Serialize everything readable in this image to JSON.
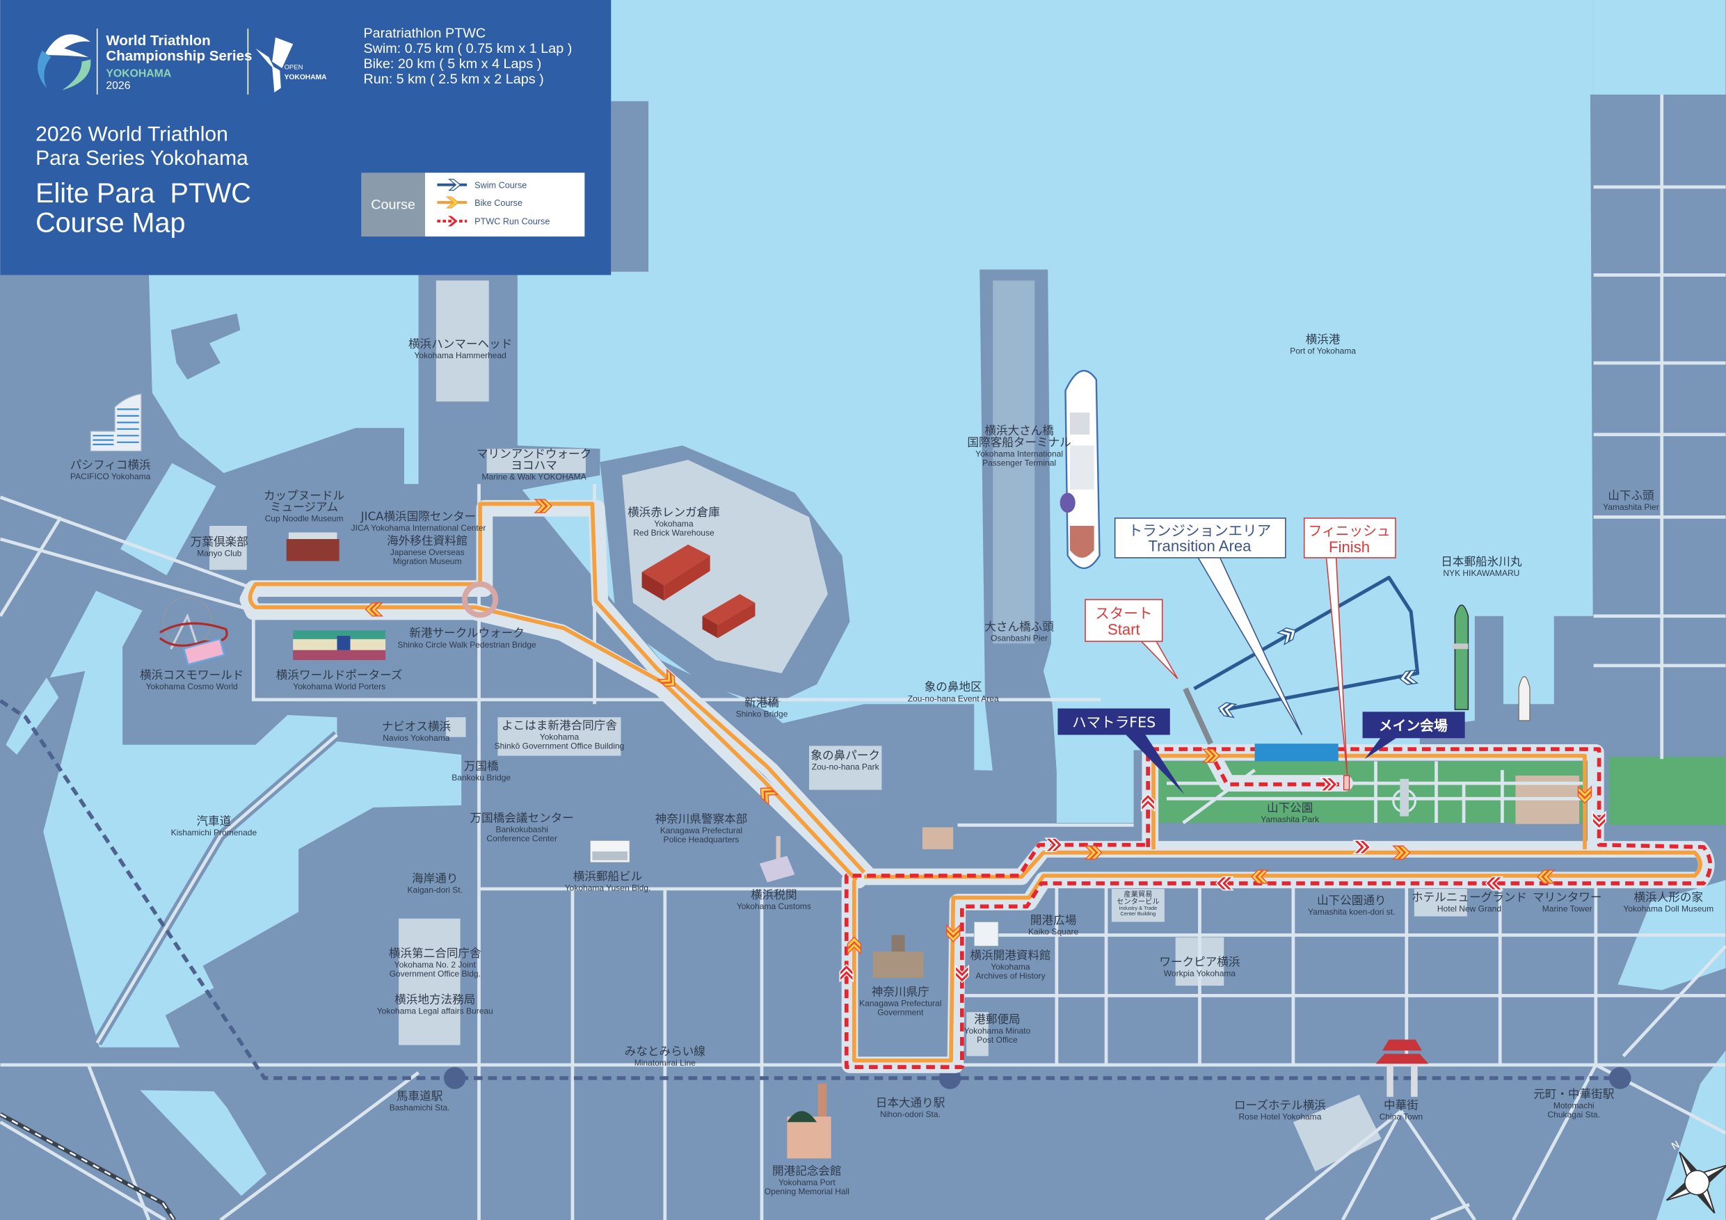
{
  "header": {
    "logo": {
      "line1": "World Triathlon",
      "line2": "Championship Series",
      "city": "YOKOHAMA",
      "year": "2026",
      "partner_top": "OPEN",
      "partner_bottom": "YOKOHAMA"
    },
    "race_info": [
      "Paratriathlon PTWC",
      "Swim: 0.75 km ( 0.75 km x 1 Lap )",
      "Bike: 20 km ( 5 km x 4 Laps )",
      "Run: 5 km ( 2.5 km x 2 Laps )"
    ],
    "title": {
      "line1": "2026 World Triathlon",
      "line2": "Para Series Yokohama",
      "line3": "Elite Para  PTWC",
      "line4": "Course Map"
    },
    "legend": {
      "heading": "Course",
      "items": [
        {
          "label": "Swim Course",
          "icon": "swim-arrow-icon",
          "color": "#2b5a92"
        },
        {
          "label": "Bike Course",
          "icon": "bike-arrow-icon",
          "color": "#f5a03c"
        },
        {
          "label": "PTWC Run Course",
          "icon": "run-arrow-icon",
          "color": "#e3262f"
        }
      ]
    }
  },
  "callouts": {
    "transition": {
      "jp": "トランジションエリア",
      "en": "Transition Area"
    },
    "finish": {
      "jp": "フィニッシュ",
      "en": "Finish"
    },
    "start": {
      "jp": "スタート",
      "en": "Start"
    },
    "hamatora": {
      "label": "ハマトラFES"
    },
    "main_venue": {
      "label": "メイン会場"
    }
  },
  "places": [
    {
      "jp": [
        "横浜ハンマーヘッド"
      ],
      "en": [
        "Yokohama Hammerhead"
      ]
    },
    {
      "jp": [
        "パシフィコ横浜"
      ],
      "en": [
        "PACIFICO Yokohama"
      ]
    },
    {
      "jp": [
        "マリンアンドウォーク",
        "ヨコハマ"
      ],
      "en": [
        "Marine & Walk YOKOHAMA"
      ]
    },
    {
      "jp": [
        "カップヌードル",
        "ミュージアム"
      ],
      "en": [
        "Cup Noodle Museum"
      ]
    },
    {
      "jp": [
        "JICA横浜国際センター"
      ],
      "en": [
        "JICA Yokohama International Center"
      ]
    },
    {
      "jp": [
        "海外移住資料館"
      ],
      "en": [
        "Japanese Overseas",
        "Migration Museum"
      ]
    },
    {
      "jp": [
        "万葉倶楽部"
      ],
      "en": [
        "Manyo Club"
      ]
    },
    {
      "jp": [
        "横浜赤レンガ倉庫"
      ],
      "en": [
        "Yokohama",
        "Red Brick Warehouse"
      ]
    },
    {
      "jp": [
        "新港サークルウォーク"
      ],
      "en": [
        "Shinko Circle Walk Pedestrian Bridge"
      ]
    },
    {
      "jp": [
        "横浜コスモワールド"
      ],
      "en": [
        "Yokohama Cosmo World"
      ]
    },
    {
      "jp": [
        "横浜ワールドポーターズ"
      ],
      "en": [
        "Yokohama World Porters"
      ]
    },
    {
      "jp": [
        "ナビオス横浜"
      ],
      "en": [
        "Navios Yokohama"
      ]
    },
    {
      "jp": [
        "よこはま新港合同庁舎"
      ],
      "en": [
        "Yokohama",
        "Shinkō Government Office Building"
      ]
    },
    {
      "jp": [
        "新港橋"
      ],
      "en": [
        "Shinko Bridge"
      ]
    },
    {
      "jp": [
        "象の鼻パーク"
      ],
      "en": [
        "Zou-no-hana Park"
      ]
    },
    {
      "jp": [
        "象の鼻地区"
      ],
      "en": [
        "Zou-no-hana Event Area"
      ]
    },
    {
      "jp": [
        "大さん橋ふ頭"
      ],
      "en": [
        "Osanbashi Pier"
      ]
    },
    {
      "jp": [
        "横浜大さん橋",
        "国際客船ターミナル"
      ],
      "en": [
        "Yokohama International",
        "Passenger Terminal"
      ]
    },
    {
      "jp": [
        "横浜港"
      ],
      "en": [
        "Port of Yokohama"
      ]
    },
    {
      "jp": [
        "日本郵船氷川丸"
      ],
      "en": [
        "NYK HIKAWAMARU"
      ]
    },
    {
      "jp": [
        "山下ふ頭"
      ],
      "en": [
        "Yamashita Pier"
      ]
    },
    {
      "jp": [
        "万国橋"
      ],
      "en": [
        "Bankoku Bridge"
      ]
    },
    {
      "jp": [
        "汽車道"
      ],
      "en": [
        "Kishamichi Promenade"
      ]
    },
    {
      "jp": [
        "万国橋会議センター"
      ],
      "en": [
        "Bankokubashi",
        "Conference Center"
      ]
    },
    {
      "jp": [
        "神奈川県警察本部"
      ],
      "en": [
        "Kanagawa Prefectural",
        "Police Headquarters"
      ]
    },
    {
      "jp": [
        "海岸通り"
      ],
      "en": [
        "Kaigan-dori St."
      ]
    },
    {
      "jp": [
        "横浜郵船ビル"
      ],
      "en": [
        "Yokohama Yusen Bldg."
      ]
    },
    {
      "jp": [
        "横浜税関"
      ],
      "en": [
        "Yokohama Customs"
      ]
    },
    {
      "jp": [
        "横浜第二合同庁舎"
      ],
      "en": [
        "Yokohama No. 2 Joint",
        "Government Office Bldg."
      ]
    },
    {
      "jp": [
        "横浜地方法務局"
      ],
      "en": [
        "Yokohama Legal affairs Bureau"
      ]
    },
    {
      "jp": [
        "みなとみらい線"
      ],
      "en": [
        "Minatomirai Line"
      ]
    },
    {
      "jp": [
        "馬車道駅"
      ],
      "en": [
        "Bashamichi Sta."
      ]
    },
    {
      "jp": [
        "日本大通り駅"
      ],
      "en": [
        "Nihon-odori Sta."
      ]
    },
    {
      "jp": [
        "開港記念会館"
      ],
      "en": [
        "Yokohama Port",
        "Opening Memorial Hall"
      ]
    },
    {
      "jp": [
        "神奈川県庁"
      ],
      "en": [
        "Kanagawa Prefectural",
        "Government"
      ]
    },
    {
      "jp": [
        "開港広場"
      ],
      "en": [
        "Kaiko Square"
      ]
    },
    {
      "jp": [
        "横浜開港資料館"
      ],
      "en": [
        "Yokohama",
        "Archives of History"
      ]
    },
    {
      "jp": [
        "港郵便局"
      ],
      "en": [
        "Yokohama Minato",
        "Post Office"
      ]
    },
    {
      "jp": [
        "産業貿易",
        "センタービル"
      ],
      "en": [
        "Industry & Trade",
        "Center Building"
      ]
    },
    {
      "jp": [
        "山下公園"
      ],
      "en": [
        "Yamashita Park"
      ]
    },
    {
      "jp": [
        "山下公園通り"
      ],
      "en": [
        "Yamashita koen-dori st."
      ]
    },
    {
      "jp": [
        "ホテルニューグランド"
      ],
      "en": [
        "Hotel New Grand"
      ]
    },
    {
      "jp": [
        "マリンタワー"
      ],
      "en": [
        "Marine Tower"
      ]
    },
    {
      "jp": [
        "横浜人形の家"
      ],
      "en": [
        "Yokohama Doll Museum"
      ]
    },
    {
      "jp": [
        "ワークピア横浜"
      ],
      "en": [
        "Workpia Yokohama"
      ]
    },
    {
      "jp": [
        "ローズホテル横浜"
      ],
      "en": [
        "Rose Hotel Yokohama"
      ]
    },
    {
      "jp": [
        "中華街"
      ],
      "en": [
        "China Town"
      ]
    },
    {
      "jp": [
        "元町・中華街駅"
      ],
      "en": [
        "Motomachi",
        "Chukagai Sta."
      ]
    }
  ],
  "compass": {
    "north_label": "N"
  },
  "colors": {
    "header": "#2d5ea6",
    "water": "#a8ddf3",
    "land": "#7996b8",
    "road": "#dbe5ee",
    "park": "#5dae74",
    "swim": "#2b5a92",
    "bike": "#f5a03c",
    "run": "#e3262f",
    "callout_navy": "#2b3286"
  }
}
